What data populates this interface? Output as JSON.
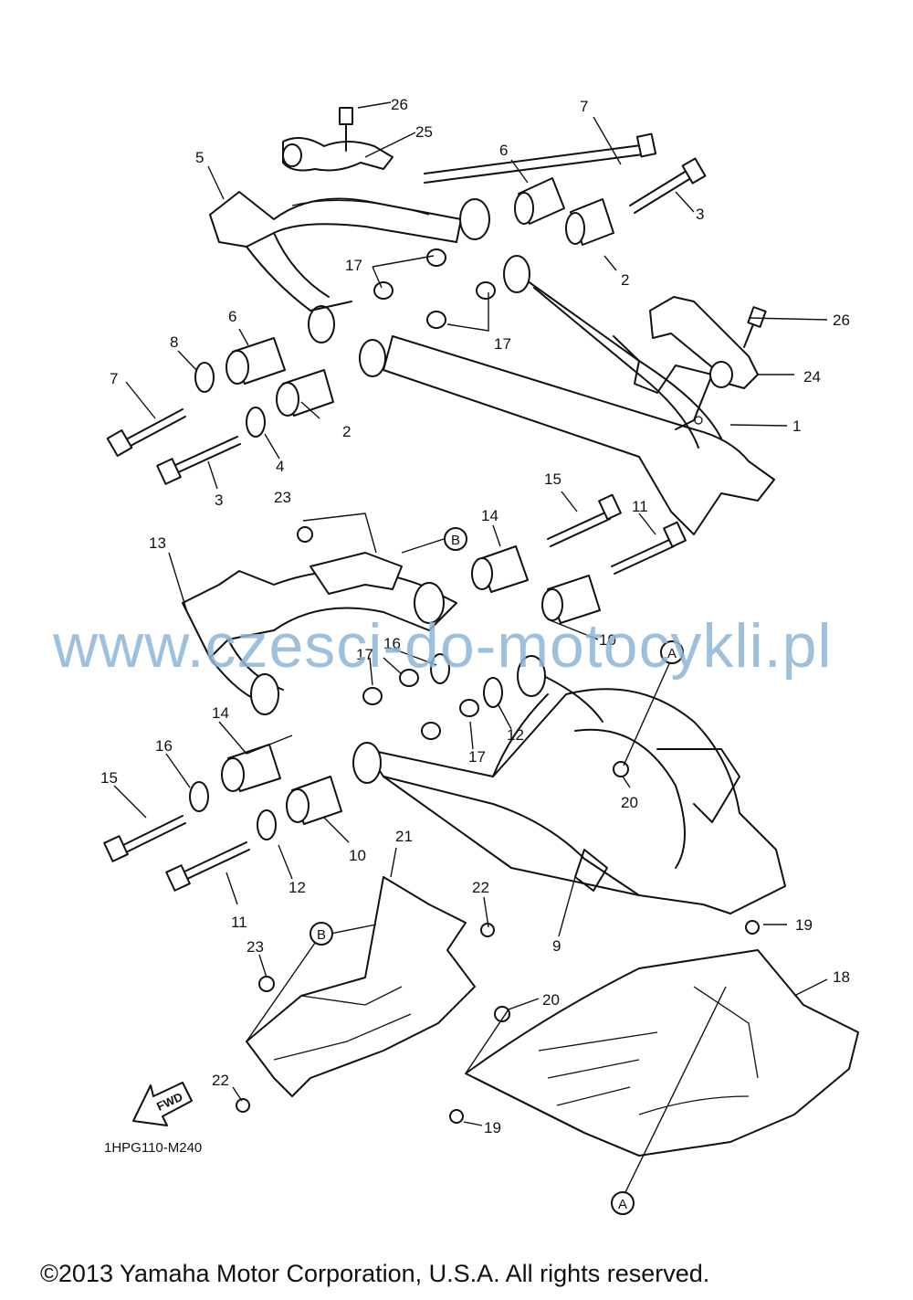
{
  "callouts": {
    "p1": "1",
    "p2a": "2",
    "p2b": "2",
    "p3a": "3",
    "p3b": "3",
    "p4": "4",
    "p5": "5",
    "p6a": "6",
    "p6b": "6",
    "p7a": "7",
    "p7b": "7",
    "p8": "8",
    "p9": "9",
    "p10a": "10",
    "p10b": "10",
    "p11a": "11",
    "p11b": "11",
    "p12a": "12",
    "p12b": "12",
    "p13": "13",
    "p14a": "14",
    "p14b": "14",
    "p15a": "15",
    "p15b": "15",
    "p16a": "16",
    "p16b": "16",
    "p17a": "17",
    "p17b": "17",
    "p17c": "17",
    "p17d": "17",
    "p18": "18",
    "p19a": "19",
    "p19b": "19",
    "p20a": "20",
    "p20b": "20",
    "p21": "21",
    "p22a": "22",
    "p22b": "22",
    "p23a": "23",
    "p23b": "23",
    "p24": "24",
    "p25": "25",
    "p26a": "26",
    "p26b": "26"
  },
  "refs": {
    "A_top": "A",
    "A_bottom": "A",
    "B_top": "B",
    "B_bottom": "B"
  },
  "fwd_label": "FWD",
  "diagram_code": "1HPG110-M240",
  "watermark": "www.czesci-do-motocykli.pl",
  "copyright": "©2013 Yamaha Motor Corporation, U.S.A. All rights reserved.",
  "colors": {
    "line": "#111111",
    "watermark": "#8fb6d6",
    "background": "#ffffff"
  }
}
